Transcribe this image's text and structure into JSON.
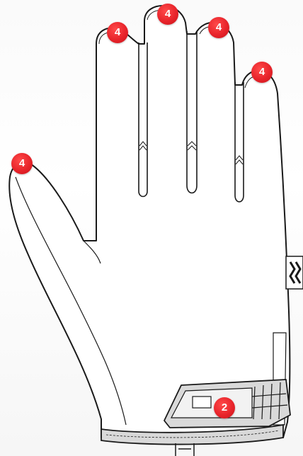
{
  "colors": {
    "outline": "#1a1a1a",
    "glove_fill": "#ffffff",
    "cuff_fill": "#d9d9d9",
    "marker": "#e8242b",
    "marker_text": "#ffffff"
  },
  "markers": [
    {
      "id": "pinky-tip",
      "label": "4"
    },
    {
      "id": "ring-tip",
      "label": "4"
    },
    {
      "id": "middle-tip",
      "label": "4"
    },
    {
      "id": "index-tip",
      "label": "4"
    },
    {
      "id": "thumb-tip",
      "label": "4"
    },
    {
      "id": "wrist-closure",
      "label": "2"
    }
  ],
  "icons": [
    "brand-logo-icon"
  ]
}
